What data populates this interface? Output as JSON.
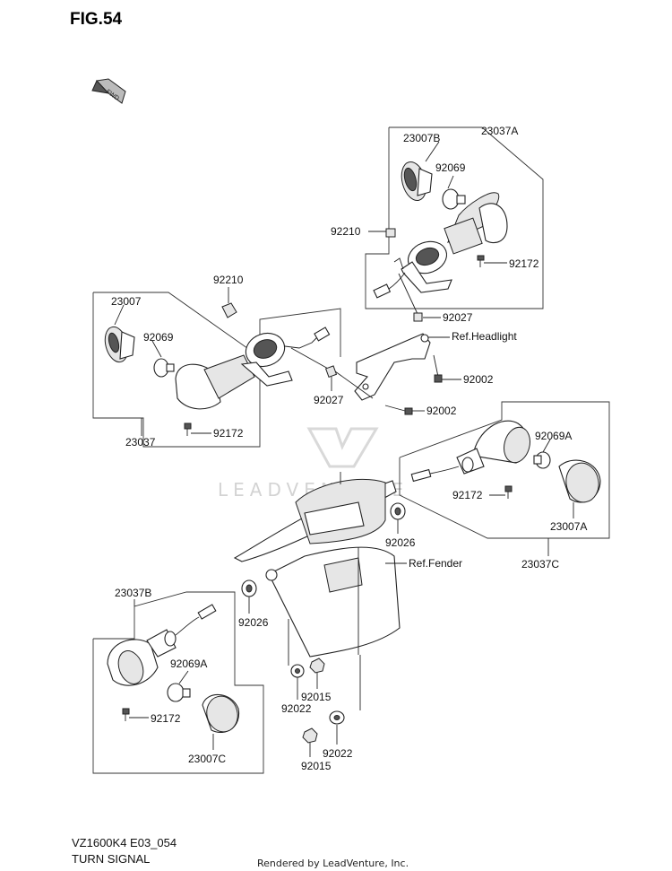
{
  "figure_title": "FIG.54",
  "fwd_label": "FWD",
  "watermark": "LEADVENTURE",
  "callouts": {
    "p23037A": "23037A",
    "p23007B": "23007B",
    "p92069_r": "92069",
    "p92210_r": "92210",
    "p92172_r": "92172",
    "p92027_r": "92027",
    "ref_headlight": "Ref.Headlight",
    "p92002_a": "92002",
    "p92002_b": "92002",
    "p92210_l": "92210",
    "p23007": "23007",
    "p92069_l": "92069",
    "p92027_l": "92027",
    "p92172_l": "92172",
    "p23037": "23037",
    "p92069A_r": "92069A",
    "p92172_rr": "92172",
    "p23007A": "23007A",
    "p92026_r": "92026",
    "p23037C": "23037C",
    "ref_fender": "Ref.Fender",
    "p23037B": "23037B",
    "p92026_l": "92026",
    "p92069A_l": "92069A",
    "p92172_ll": "92172",
    "p23007C": "23007C",
    "p92015_a": "92015",
    "p92022_a": "92022",
    "p92022_b": "92022",
    "p92015_b": "92015"
  },
  "footer": {
    "model_code": "VZ1600K4 E03_054",
    "section": "TURN SIGNAL",
    "rendered_by": "Rendered by LeadVenture, Inc."
  }
}
